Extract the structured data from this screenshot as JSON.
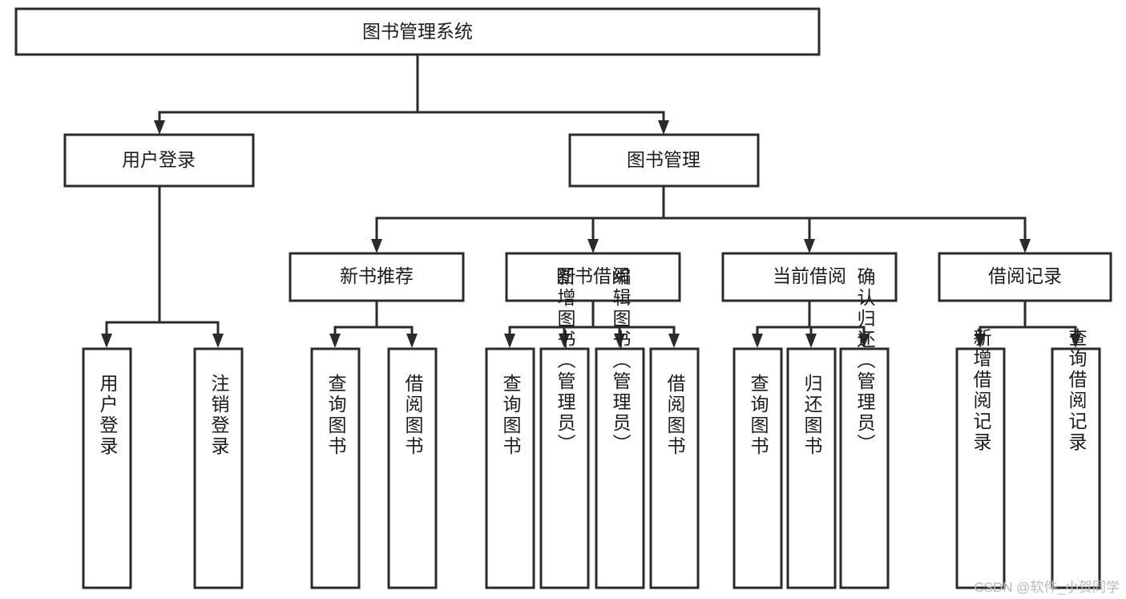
{
  "diagram": {
    "type": "tree-hierarchy",
    "title": "图书管理系统",
    "root": {
      "id": "root",
      "label": "图书管理系统"
    },
    "level2": [
      {
        "id": "user-login",
        "label": "用户登录"
      },
      {
        "id": "book-management",
        "label": "图书管理"
      }
    ],
    "level3": [
      {
        "id": "new-book-recommend",
        "label": "新书推荐",
        "parent": "book-management"
      },
      {
        "id": "book-borrow",
        "label": "图书借阅",
        "parent": "book-management"
      },
      {
        "id": "current-borrow",
        "label": "当前借阅",
        "parent": "book-management"
      },
      {
        "id": "borrow-record",
        "label": "借阅记录",
        "parent": "book-management"
      }
    ],
    "leaves": [
      {
        "id": "leaf-user-login",
        "label": "用户登录",
        "parent": "user-login"
      },
      {
        "id": "leaf-user-logout",
        "label": "注销登录",
        "parent": "user-login"
      },
      {
        "id": "leaf-query-book-1",
        "label": "查询图书",
        "parent": "new-book-recommend"
      },
      {
        "id": "leaf-borrow-book-1",
        "label": "借阅图书",
        "parent": "new-book-recommend"
      },
      {
        "id": "leaf-query-book-2",
        "label": "查询图书",
        "parent": "book-borrow"
      },
      {
        "id": "leaf-add-book",
        "label": "新增图书（管理员）",
        "parent": "book-borrow"
      },
      {
        "id": "leaf-edit-book",
        "label": "编辑图书（管理员）",
        "parent": "book-borrow"
      },
      {
        "id": "leaf-borrow-book-2",
        "label": "借阅图书",
        "parent": "book-borrow"
      },
      {
        "id": "leaf-query-book-3",
        "label": "查询图书",
        "parent": "current-borrow"
      },
      {
        "id": "leaf-return-book",
        "label": "归还图书",
        "parent": "current-borrow"
      },
      {
        "id": "leaf-confirm-return",
        "label": "确认归还（管理员）",
        "parent": "current-borrow"
      },
      {
        "id": "leaf-add-record",
        "label": "新增借阅记录",
        "parent": "borrow-record"
      },
      {
        "id": "leaf-query-record",
        "label": "查询借阅记录",
        "parent": "borrow-record"
      }
    ],
    "colors": {
      "stroke": "#2b2b2b",
      "fill": "#ffffff",
      "text": "#1c1c1c",
      "watermark": "#b9b9b9"
    }
  },
  "watermark": {
    "text": "CSDN @软件_小贺同学"
  }
}
